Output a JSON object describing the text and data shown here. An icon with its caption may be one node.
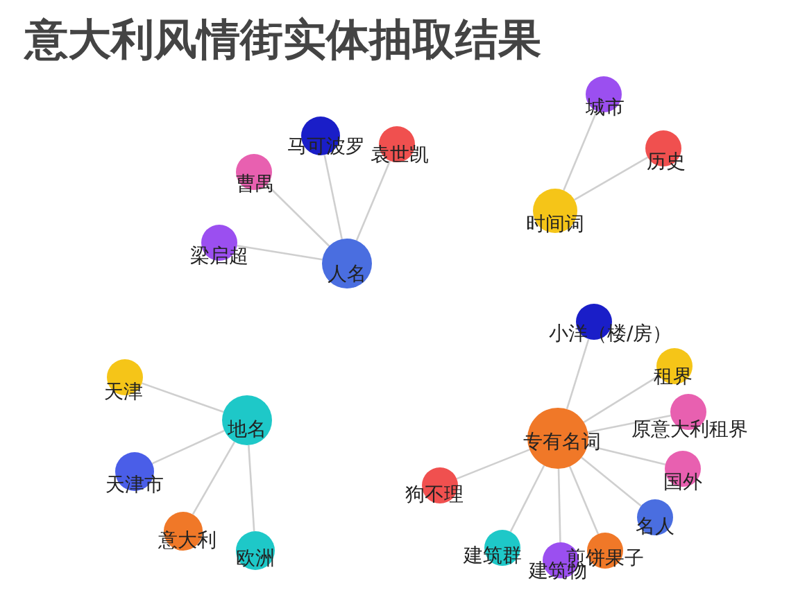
{
  "diagram": {
    "title": "意大利风情街实体抽取结果",
    "nodes": [
      {
        "text": [
          "马可波罗"
        ]
      },
      {
        "text": [
          "袁世凯"
        ]
      },
      {
        "text": [
          "曹禺"
        ]
      },
      {
        "text": [
          "梁启超"
        ]
      },
      {
        "text": [
          "人名"
        ]
      },
      {
        "text": [
          "城市"
        ]
      },
      {
        "text": [
          "历史"
        ]
      },
      {
        "text": [
          "时间词"
        ]
      },
      {
        "text": [
          "天津"
        ]
      },
      {
        "text": [
          "地名"
        ]
      },
      {
        "text": [
          "天津市"
        ]
      },
      {
        "text": [
          "意大利"
        ]
      },
      {
        "text": [
          "欧洲"
        ]
      },
      {
        "text": [
          "小洋（楼/房）"
        ]
      },
      {
        "text": [
          "租界"
        ]
      },
      {
        "text": [
          "专有名词"
        ]
      },
      {
        "text": [
          "原意大利租界"
        ]
      },
      {
        "text": [
          "狗不理"
        ]
      },
      {
        "text": [
          "国外"
        ]
      },
      {
        "text": [
          "名人"
        ]
      },
      {
        "text": [
          "建筑群"
        ]
      },
      {
        "text": [
          "建筑物"
        ]
      },
      {
        "text": [
          "煎饼果子"
        ]
      }
    ],
    "edges": [
      {
        "from": 4,
        "to": 0,
        "arrow": "none"
      },
      {
        "from": 4,
        "to": 1,
        "arrow": "none"
      },
      {
        "from": 4,
        "to": 2,
        "arrow": "none"
      },
      {
        "from": 4,
        "to": 3,
        "arrow": "none"
      },
      {
        "from": 7,
        "to": 5,
        "arrow": "none"
      },
      {
        "from": 7,
        "to": 6,
        "arrow": "none"
      },
      {
        "from": 9,
        "to": 8,
        "arrow": "none"
      },
      {
        "from": 9,
        "to": 10,
        "arrow": "none"
      },
      {
        "from": 9,
        "to": 11,
        "arrow": "none"
      },
      {
        "from": 9,
        "to": 12,
        "arrow": "none"
      },
      {
        "from": 15,
        "to": 13,
        "arrow": "none"
      },
      {
        "from": 15,
        "to": 14,
        "arrow": "none"
      },
      {
        "from": 15,
        "to": 16,
        "arrow": "none"
      },
      {
        "from": 15,
        "to": 17,
        "arrow": "none"
      },
      {
        "from": 15,
        "to": 18,
        "arrow": "none"
      },
      {
        "from": 15,
        "to": 19,
        "arrow": "none"
      },
      {
        "from": 15,
        "to": 20,
        "arrow": "none"
      },
      {
        "from": 15,
        "to": 21,
        "arrow": "none"
      },
      {
        "from": 15,
        "to": 22,
        "arrow": "none"
      }
    ]
  }
}
